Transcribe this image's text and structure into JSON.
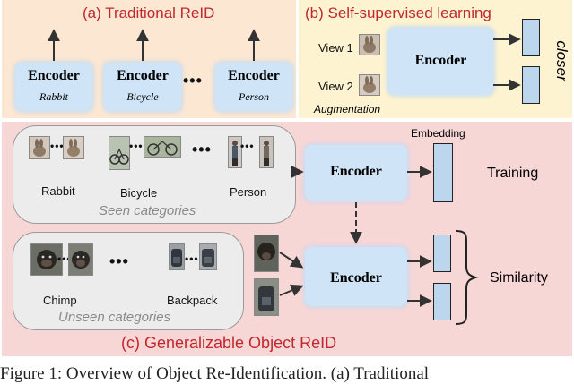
{
  "panel_a": {
    "title": "(a) Traditional ReID",
    "encoder_label": "Encoder",
    "encoders": [
      "Rabbit",
      "Bicycle",
      "Person"
    ],
    "ellipsis": "•••"
  },
  "panel_b": {
    "title": "(b) Self-supervised learning",
    "view1": "View 1",
    "view2": "View 2",
    "encoder_label": "Encoder",
    "augmentation": "Augmentation",
    "closer": "closer"
  },
  "panel_c": {
    "title": "(c) Generalizable Object ReID",
    "seen": {
      "labels": [
        "Rabbit",
        "Bicycle",
        "Person"
      ],
      "caption": "Seen categories",
      "dots": "•••"
    },
    "unseen": {
      "labels": [
        "Chimp",
        "Backpack"
      ],
      "caption": "Unseen categories",
      "dots": "•••"
    },
    "encoder_label": "Encoder",
    "embedding": "Embedding",
    "training": "Training",
    "similarity": "Similarity"
  },
  "colors": {
    "title_red": "#c0282e",
    "encoder_fill": "#cfe4f7",
    "embedding_fill": "#bcd6ee",
    "panel_a_bg": "#fbe7d2",
    "panel_b_bg": "#fdf3d0",
    "panel_c_bg": "#f7d6d6"
  },
  "caption_fragment": "Figure 1: Overview of Object Re-Identification. (a) Traditional"
}
